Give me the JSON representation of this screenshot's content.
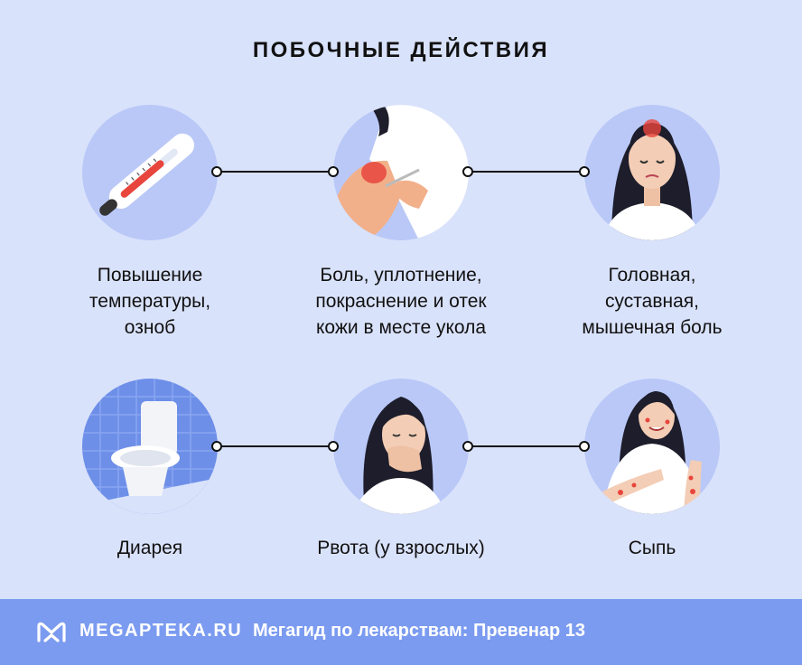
{
  "title": "ПОБОЧНЫЕ ДЕЙСТВИЯ",
  "effects": [
    {
      "label": "Повышение\nтемпературы,\nозноб",
      "icon": "thermometer-icon"
    },
    {
      "label": "Боль, уплотнение,\nпокраснение и отек\nкожи в месте укола",
      "icon": "injection-site-icon"
    },
    {
      "label": "Головная,\nсуставная,\nмышечная боль",
      "icon": "headache-icon"
    },
    {
      "label": "Диарея",
      "icon": "toilet-icon"
    },
    {
      "label": "Рвота (у взрослых)",
      "icon": "nausea-icon"
    },
    {
      "label": "Сыпь",
      "icon": "rash-icon"
    }
  ],
  "footer": {
    "brand": "MEGAPTEKA.RU",
    "tagline": "Мегагид по лекарствам: Превенар 13"
  },
  "colors": {
    "background": "#d9e2fb",
    "circle": "#b9c8f7",
    "footer": "#7b9bf0",
    "accent_red": "#e8453c"
  }
}
